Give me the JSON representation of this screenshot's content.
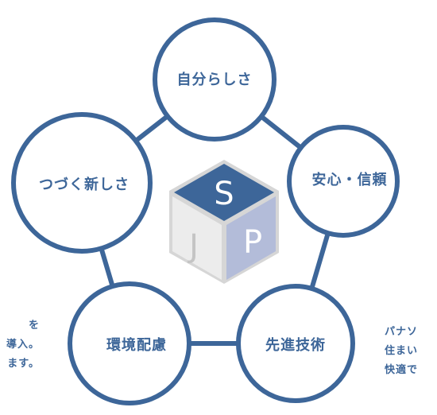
{
  "diagram": {
    "nodes": [
      {
        "label": "自分らしさ"
      },
      {
        "label": "安心・信頼"
      },
      {
        "label": "先進技術"
      },
      {
        "label": "環境配慮"
      },
      {
        "label": "つづく新しさ"
      }
    ],
    "cube": {
      "top_letter": "S",
      "left_letter": "J",
      "right_letter": "P"
    },
    "left_text": [
      "を",
      "導入。",
      "ます。"
    ],
    "right_text": [
      "パナソ",
      "住まい",
      "快適で"
    ]
  },
  "colors": {
    "accent": "#3d6699",
    "cube_top": "#3d6699",
    "cube_left": "#dcdcdc",
    "cube_right": "#b3bcd9"
  }
}
